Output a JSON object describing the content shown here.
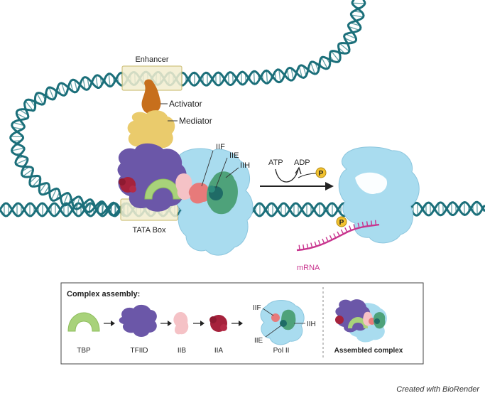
{
  "labels": {
    "enhancer": "Enhancer",
    "activator": "Activator",
    "mediator": "Mediator",
    "tata_box": "TATA Box",
    "iif": "IIF",
    "iie": "IIE",
    "iih": "IIH",
    "atp": "ATP",
    "adp": "ADP",
    "phosphate": "P",
    "mrna": "mRNA"
  },
  "legend": {
    "title": "Complex assembly:",
    "items": {
      "tbp": "TBP",
      "tfiid": "TFIID",
      "iib": "IIB",
      "iia": "IIA",
      "pol2": "Pol II"
    },
    "pol2_labels": {
      "iif": "IIF",
      "iie": "IIE",
      "iih": "IIH"
    },
    "assembled": "Assembled complex"
  },
  "credit": "Created with BioRender",
  "colors": {
    "dna": "#1b6f7a",
    "dna_rung": "#2b7f88",
    "enhancer_box": "#f3eed0",
    "enhancer_border": "#c9b96a",
    "activator": "#c76f1c",
    "mediator": "#eacb6c",
    "tfiid": "#6b57a8",
    "tbp": "#a8d27a",
    "iib": "#f5c2c6",
    "iia": "#a6223c",
    "pol2": "#a9dcef",
    "iif": "#e77a7a",
    "iie": "#2d8a7a",
    "iih": "#4ea27a",
    "phosphate": "#f2c230",
    "mrna": "#c8348e"
  }
}
